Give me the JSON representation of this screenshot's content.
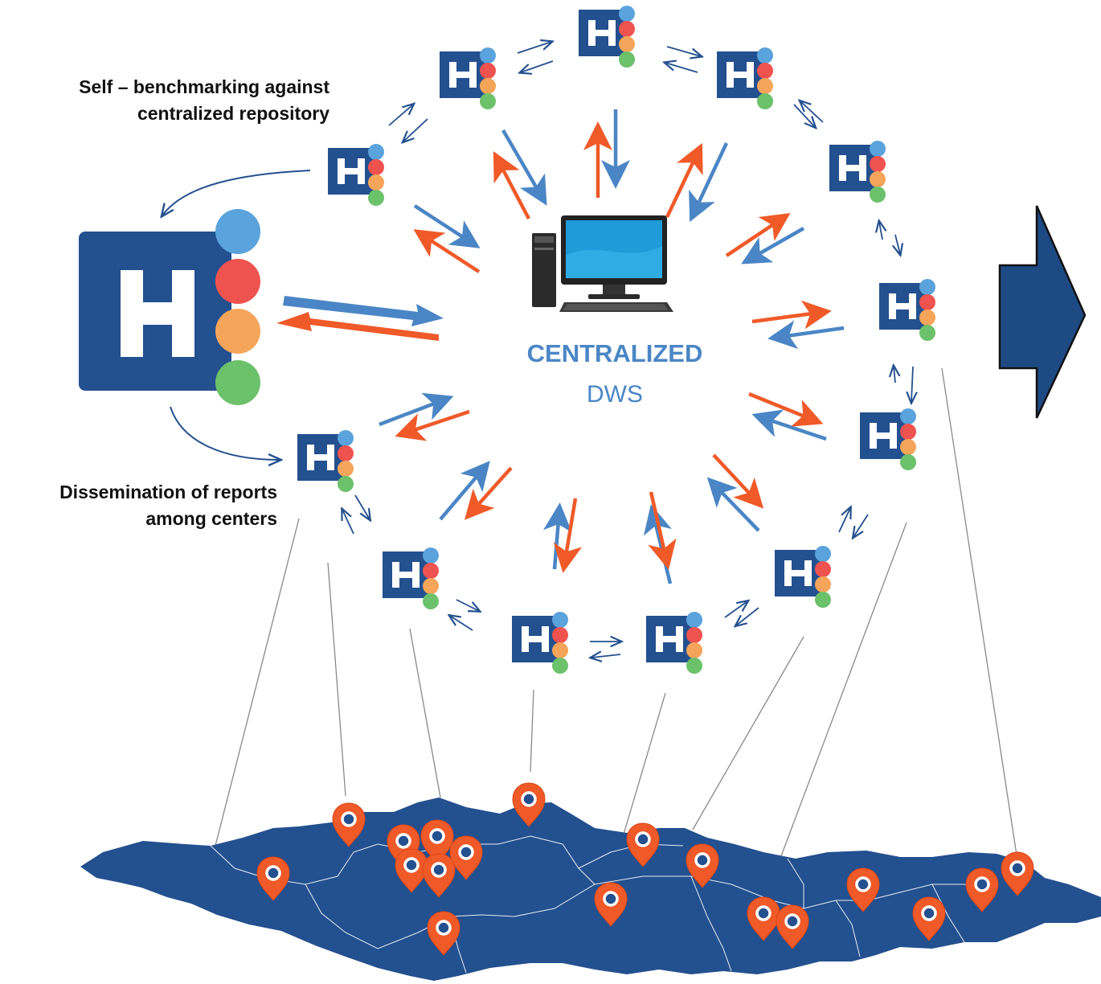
{
  "labels": {
    "benchmark_line1": "Self – benchmarking against",
    "benchmark_line2": "centralized repository",
    "dissemination_line1": "Dissemination of reports",
    "dissemination_line2": "among centers"
  },
  "center": {
    "title": "CENTRALIZED",
    "subtitle": "DWS",
    "icon": "desktop-computer-icon"
  },
  "hospital_icon": {
    "letter": "H",
    "icon": "hospital-icon",
    "dots": [
      "#5aa3dc",
      "#ef5350",
      "#f5a55a",
      "#6cc16b"
    ]
  },
  "colors": {
    "hospital": "#23508f",
    "arrow_to_center": "#4a86c5",
    "arrow_from_center": "#ef5a28",
    "map": "#23508f",
    "pin": "#ef5a28",
    "big_arrow": "#1e4a84"
  },
  "map": {
    "icon": "country-map-with-location-pins",
    "pin_icon": "location-pin-icon"
  },
  "next_arrow_icon": "right-arrow-icon"
}
